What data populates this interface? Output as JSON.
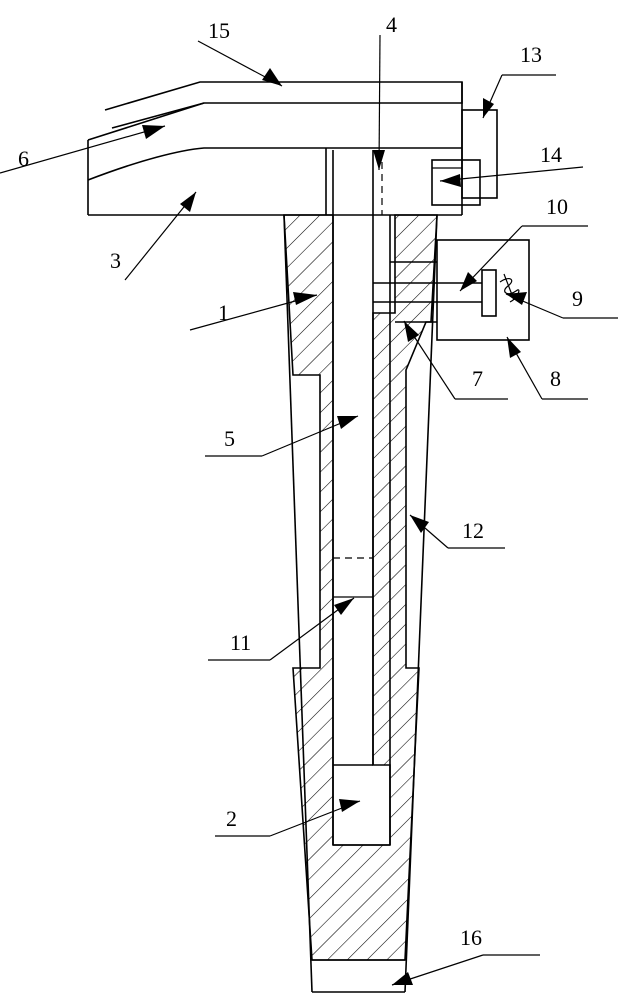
{
  "figure": {
    "labels": {
      "l1": "1",
      "l2": "2",
      "l3": "3",
      "l4": "4",
      "l5": "5",
      "l6": "6",
      "l7": "7",
      "l8": "8",
      "l9": "9",
      "l10": "10",
      "l11": "11",
      "l12": "12",
      "l13": "13",
      "l14": "14",
      "l15": "15",
      "l16": "16"
    }
  }
}
